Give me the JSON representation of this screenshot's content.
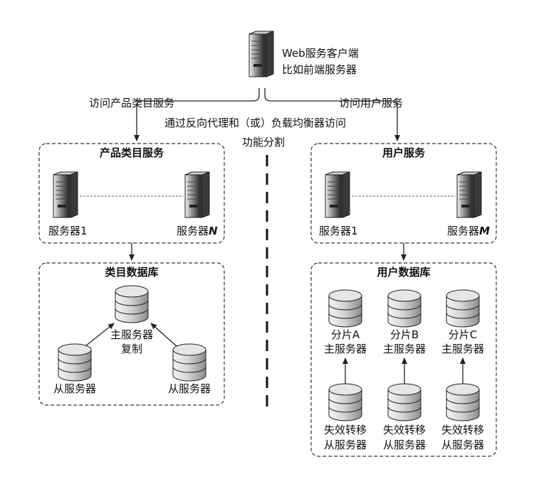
{
  "colors": {
    "server_dark": "#3a3a3a",
    "server_light": "#d8d8d8",
    "db_fill": "#d0d0d0",
    "line": "#222222"
  },
  "web_client": {
    "line1": "Web服务客户端",
    "line2": "比如前端服务器",
    "icon": "server-tower-icon"
  },
  "edges": {
    "access_product": "访问产品类目服务",
    "access_user": "访问用户服务",
    "via_proxy": "通过反向代理和（或）负载均衡器访问",
    "split": "功能分割"
  },
  "product_service": {
    "title": "产品类目服务",
    "server_first": "服务器1",
    "server_last_prefix": "服务器",
    "server_last_var": "N"
  },
  "user_service": {
    "title": "用户服务",
    "server_first": "服务器1",
    "server_last_prefix": "服务器",
    "server_last_var": "M"
  },
  "category_db": {
    "title": "类目数据库",
    "master_line1": "主服务器",
    "master_line2": "复制",
    "slave_left": "从服务器",
    "slave_right": "从服务器"
  },
  "user_db": {
    "title": "用户数据库",
    "shards": [
      {
        "line1": "分片A",
        "line2": "主服务器",
        "fail1": "失效转移",
        "fail2": "从服务器"
      },
      {
        "line1": "分片B",
        "line2": "主服务器",
        "fail1": "失效转移",
        "fail2": "从服务器"
      },
      {
        "line1": "分片C",
        "line2": "主服务器",
        "fail1": "失效转移",
        "fail2": "从服务器"
      }
    ]
  }
}
